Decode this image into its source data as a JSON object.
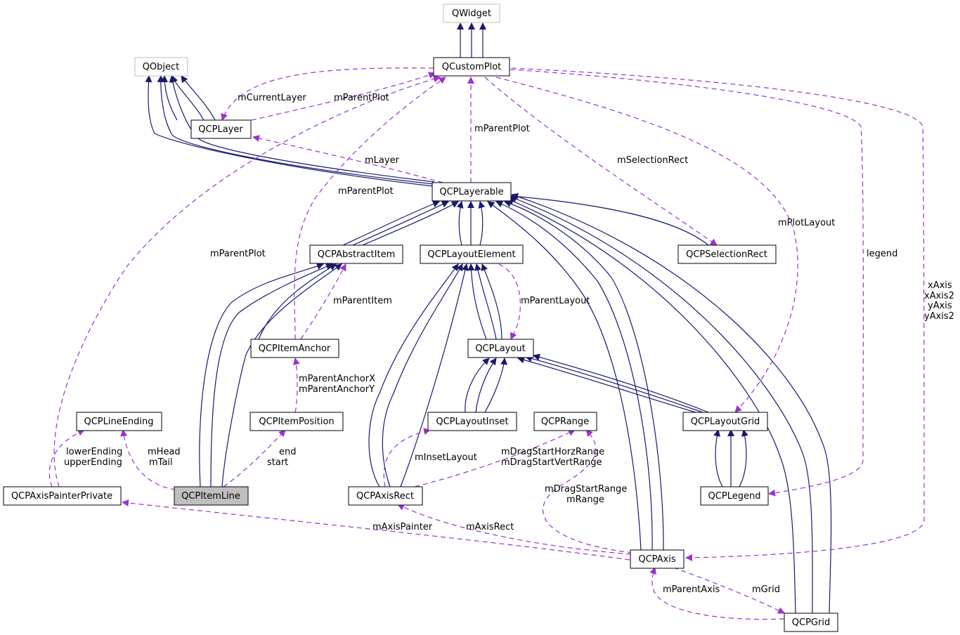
{
  "colors": {
    "inheritance_edge": "#191970",
    "usage_edge": "#9a32cd",
    "focus_fill": "#bfbfbf",
    "external_border": "#bfbfbf"
  },
  "nodes": {
    "qwidget": "QWidget",
    "qcustomplot": "QCustomPlot",
    "qobject": "QObject",
    "qcplayer": "QCPLayer",
    "qcplayerable": "QCPLayerable",
    "qcpabstractitem": "QCPAbstractItem",
    "qcplayoutelement": "QCPLayoutElement",
    "qcpselectionrect": "QCPSelectionRect",
    "qcpitemanchor": "QCPItemAnchor",
    "qcplayout": "QCPLayout",
    "qcplineending": "QCPLineEnding",
    "qcpitemposition": "QCPItemPosition",
    "qcplayoutinset": "QCPLayoutInset",
    "qcprange": "QCPRange",
    "qcplayoutgrid": "QCPLayoutGrid",
    "qcpaxispainterprivate": "QCPAxisPainterPrivate",
    "qcpitemline": "QCPItemLine",
    "qcpaxisrect": "QCPAxisRect",
    "qcplegend": "QCPLegend",
    "qcpaxis": "QCPAxis",
    "qcpgrid": "QCPGrid"
  },
  "labels": {
    "mcurrentlayer": "mCurrentLayer",
    "mparentplot_layer": "mParentPlot",
    "mparentplot_layerable": "mParentPlot",
    "mlayer": "mLayer",
    "mselectionrect": "mSelectionRect",
    "mparentplot_anchor": "mParentPlot",
    "mplotlayout": "mPlotLayout",
    "legend": "legend",
    "axes": [
      "xAxis",
      "xAxis2",
      "yAxis",
      "yAxis2"
    ],
    "mparentplot_painter": "mParentPlot",
    "mparentitem": "mParentItem",
    "mparentlayout": "mParentLayout",
    "mparentanchor": [
      "mParentAnchorX",
      "mParentAnchorY"
    ],
    "endings": [
      "lowerEnding",
      "upperEnding"
    ],
    "headtail": [
      "mHead",
      "mTail"
    ],
    "endstart": [
      "end",
      "start"
    ],
    "minsetlayout": "mInsetLayout",
    "mdragrange": [
      "mDragStartHorzRange",
      "mDragStartVertRange"
    ],
    "mrange": [
      "mDragStartRange",
      "mRange"
    ],
    "maxispainter": "mAxisPainter",
    "maxisrect": "mAxisRect",
    "mparentaxis": "mParentAxis",
    "mgrid": "mGrid"
  }
}
